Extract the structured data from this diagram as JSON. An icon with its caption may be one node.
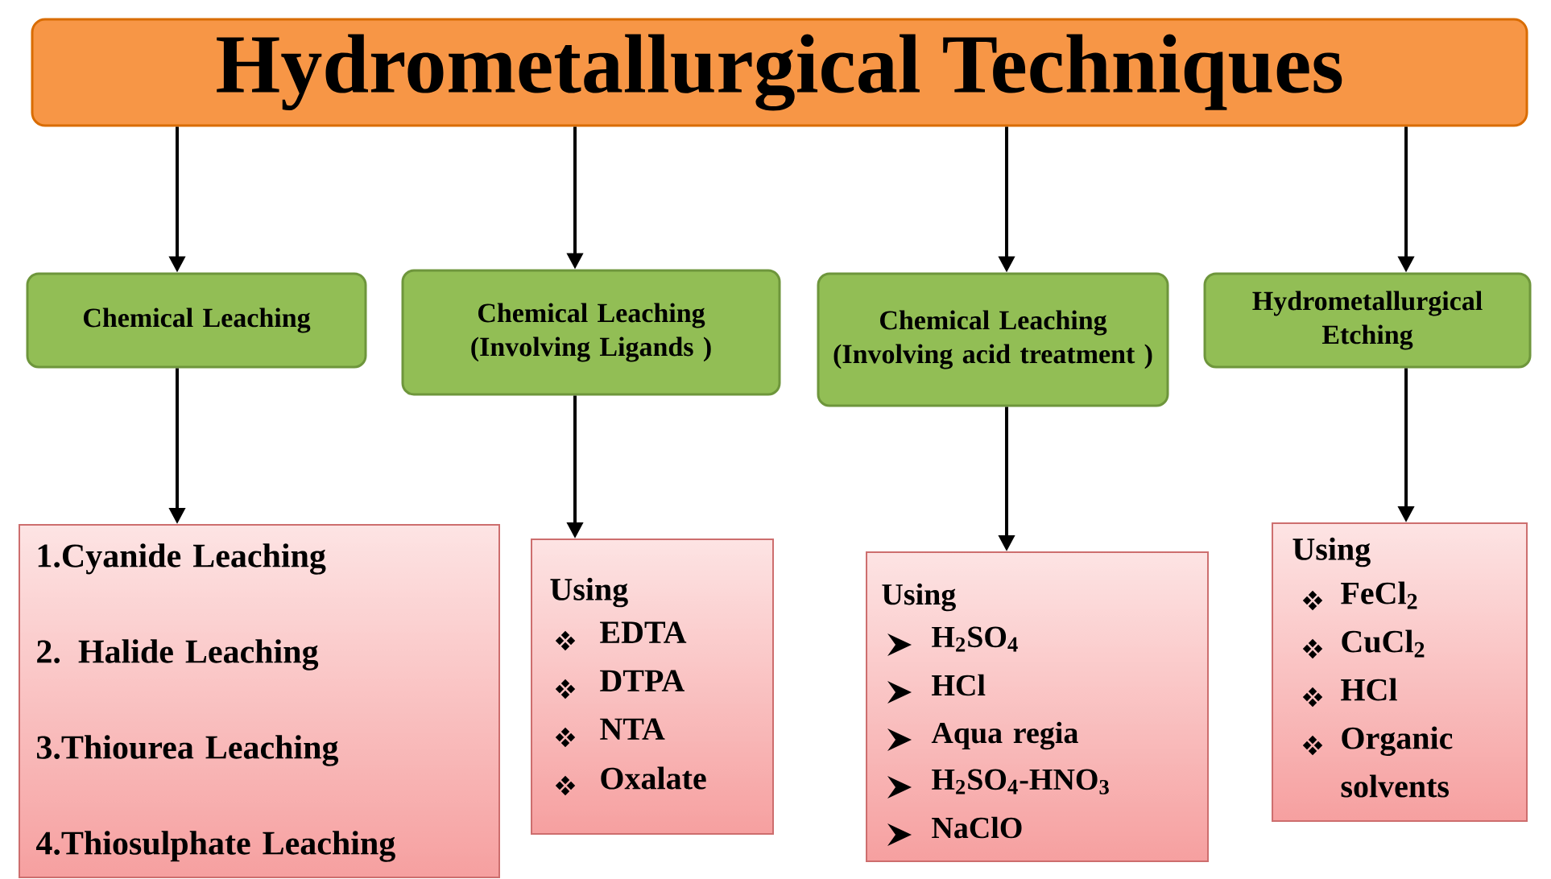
{
  "diagram": {
    "nodes": [
      {
        "text": [
          "Hydrometallurgical Techniques"
        ]
      },
      {
        "text": [
          "Chemical Leaching"
        ]
      },
      {
        "text": [
          "Chemical Leaching (Involving Ligands )"
        ]
      },
      {
        "text": [
          "Chemical Leaching (Involving acid treatment )"
        ]
      },
      {
        "text": [
          "Hydrometallurgical Etching"
        ]
      },
      {
        "text": [
          "1.Cyanide Leaching",
          "2. Halide Leaching",
          "3.Thiourea Leaching",
          "4.Thiosulphate Leaching"
        ]
      },
      {
        "text": [
          "Using",
          "EDTA",
          "DTPA",
          "NTA",
          "Oxalate"
        ]
      },
      {
        "text": [
          "Using",
          "H$_{2}$SO$_{4}$",
          "HCl",
          "Aqua regia",
          "H$_{2}$SO$_{4}$-HNO$_{3}$",
          "NaClO"
        ]
      },
      {
        "text": [
          "Using",
          "FeCl$_{2}$",
          "CuCl$_{2}$",
          "HCl",
          "Organic solvents"
        ]
      }
    ],
    "edges": [
      {
        "from": 0,
        "to": 1,
        "arrow": "to"
      },
      {
        "from": 0,
        "to": 2,
        "arrow": "to"
      },
      {
        "from": 0,
        "to": 3,
        "arrow": "to"
      },
      {
        "from": 0,
        "to": 4,
        "arrow": "to"
      },
      {
        "from": 1,
        "to": 5,
        "arrow": "to"
      },
      {
        "from": 2,
        "to": 6,
        "arrow": "to"
      },
      {
        "from": 3,
        "to": 7,
        "arrow": "to"
      },
      {
        "from": 4,
        "to": 8,
        "arrow": "to"
      }
    ]
  }
}
